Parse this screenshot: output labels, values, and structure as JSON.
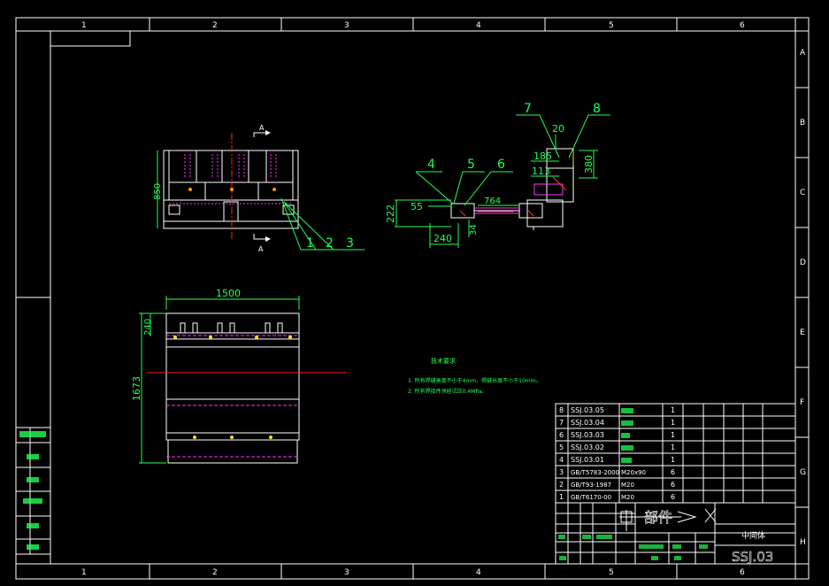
{
  "zones": {
    "top": [
      "1",
      "2",
      "3",
      "4",
      "5",
      "6"
    ],
    "right": [
      "A",
      "B",
      "C",
      "D",
      "E",
      "F",
      "G",
      "H"
    ]
  },
  "front_view": {
    "height_dim": "850",
    "section_mark": "A",
    "callouts": [
      "1",
      "2",
      "3"
    ]
  },
  "plan_view": {
    "width_dim": "1500",
    "height_dim": "1673",
    "top_band_dim": "240"
  },
  "section_view": {
    "dims": {
      "d20": "20",
      "d185": "185",
      "d113": "113",
      "d380": "380",
      "d55": "55",
      "d222": "222",
      "d764": "764",
      "d240": "240",
      "d34": "34"
    },
    "callouts": [
      "4",
      "5",
      "6",
      "7",
      "8"
    ]
  },
  "technical_notes": {
    "title": "技术要求",
    "lines": [
      "1. 所有焊缝高度不小于4mm，焊缝长度不小于10mm。",
      "2. 所有焊接件须经试压0.4MPa。"
    ]
  },
  "bom": {
    "rows": [
      {
        "no": "8",
        "code": "SSJ.03.05",
        "name": "",
        "qty": "1"
      },
      {
        "no": "7",
        "code": "SSJ.03.04",
        "name": "",
        "qty": "1"
      },
      {
        "no": "6",
        "code": "SSJ.03.03",
        "name": "",
        "qty": "1"
      },
      {
        "no": "5",
        "code": "SSJ.03.02",
        "name": "",
        "qty": "1"
      },
      {
        "no": "4",
        "code": "SSJ.03.01",
        "name": "",
        "qty": "1"
      },
      {
        "no": "3",
        "code": "GB/T5783-2000",
        "name": "M20x90",
        "qty": "6"
      },
      {
        "no": "2",
        "code": "GB/T93-1987",
        "name": "M20",
        "qty": "6"
      },
      {
        "no": "1",
        "code": "GB/T6170-00",
        "name": "M20",
        "qty": "6"
      }
    ]
  },
  "title_block": {
    "part_word": "部件",
    "drawing_name": "中间体",
    "drawing_number": "SSJ.03"
  },
  "colors": {
    "frame": "#ffffff",
    "dimension": "#22ff55",
    "center_line": "#ff2222",
    "hidden_line": "#ff33ff",
    "bolt": "#ffdd33"
  }
}
